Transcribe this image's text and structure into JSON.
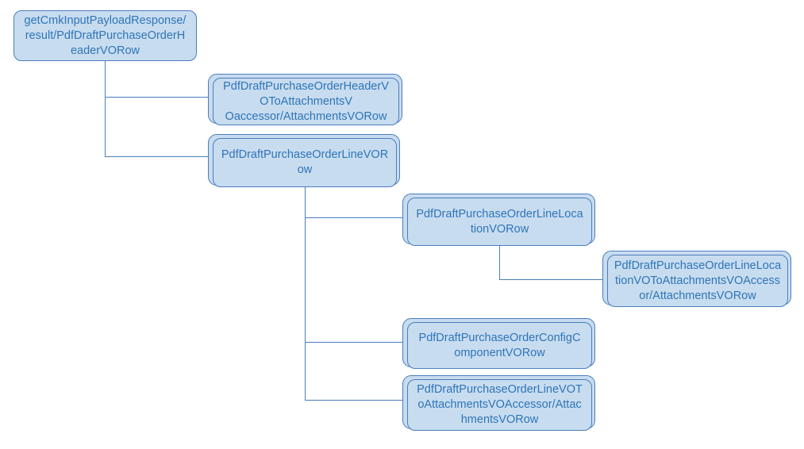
{
  "diagram": {
    "type": "hierarchy-tree",
    "colors": {
      "node_fill": "#c8dcf0",
      "node_border": "#4a7ebb",
      "node_text": "#2e75b6",
      "connector": "#4a7ebb",
      "background": "#ffffff"
    },
    "tree": {
      "label": "getCmkInputPayloadResponse/\nresult/PdfDraftPurchaseOrderH\neaderVORow",
      "children": [
        {
          "label": "PdfDraftPurchaseOrderHeaderV\nOToAttachmentsV\nOaccessor/AttachmentsVORow",
          "children": []
        },
        {
          "label": "PdfDraftPurchaseOrderLineVOR\now",
          "children": [
            {
              "label": "PdfDraftPurchaseOrderLineLoca\ntionVORow",
              "children": [
                {
                  "label": "PdfDraftPurchaseOrderLineLoca\ntionVOToAttachmentsVOAccess\nor/AttachmentsVORow",
                  "children": []
                }
              ]
            },
            {
              "label": "PdfDraftPurchaseOrderConfigC\nomponentVORow",
              "children": []
            },
            {
              "label": "PdfDraftPurchaseOrderLineVOT\noAttachmentsVOAccessor/Attac\nhmentsVORow",
              "children": []
            }
          ]
        }
      ]
    }
  }
}
